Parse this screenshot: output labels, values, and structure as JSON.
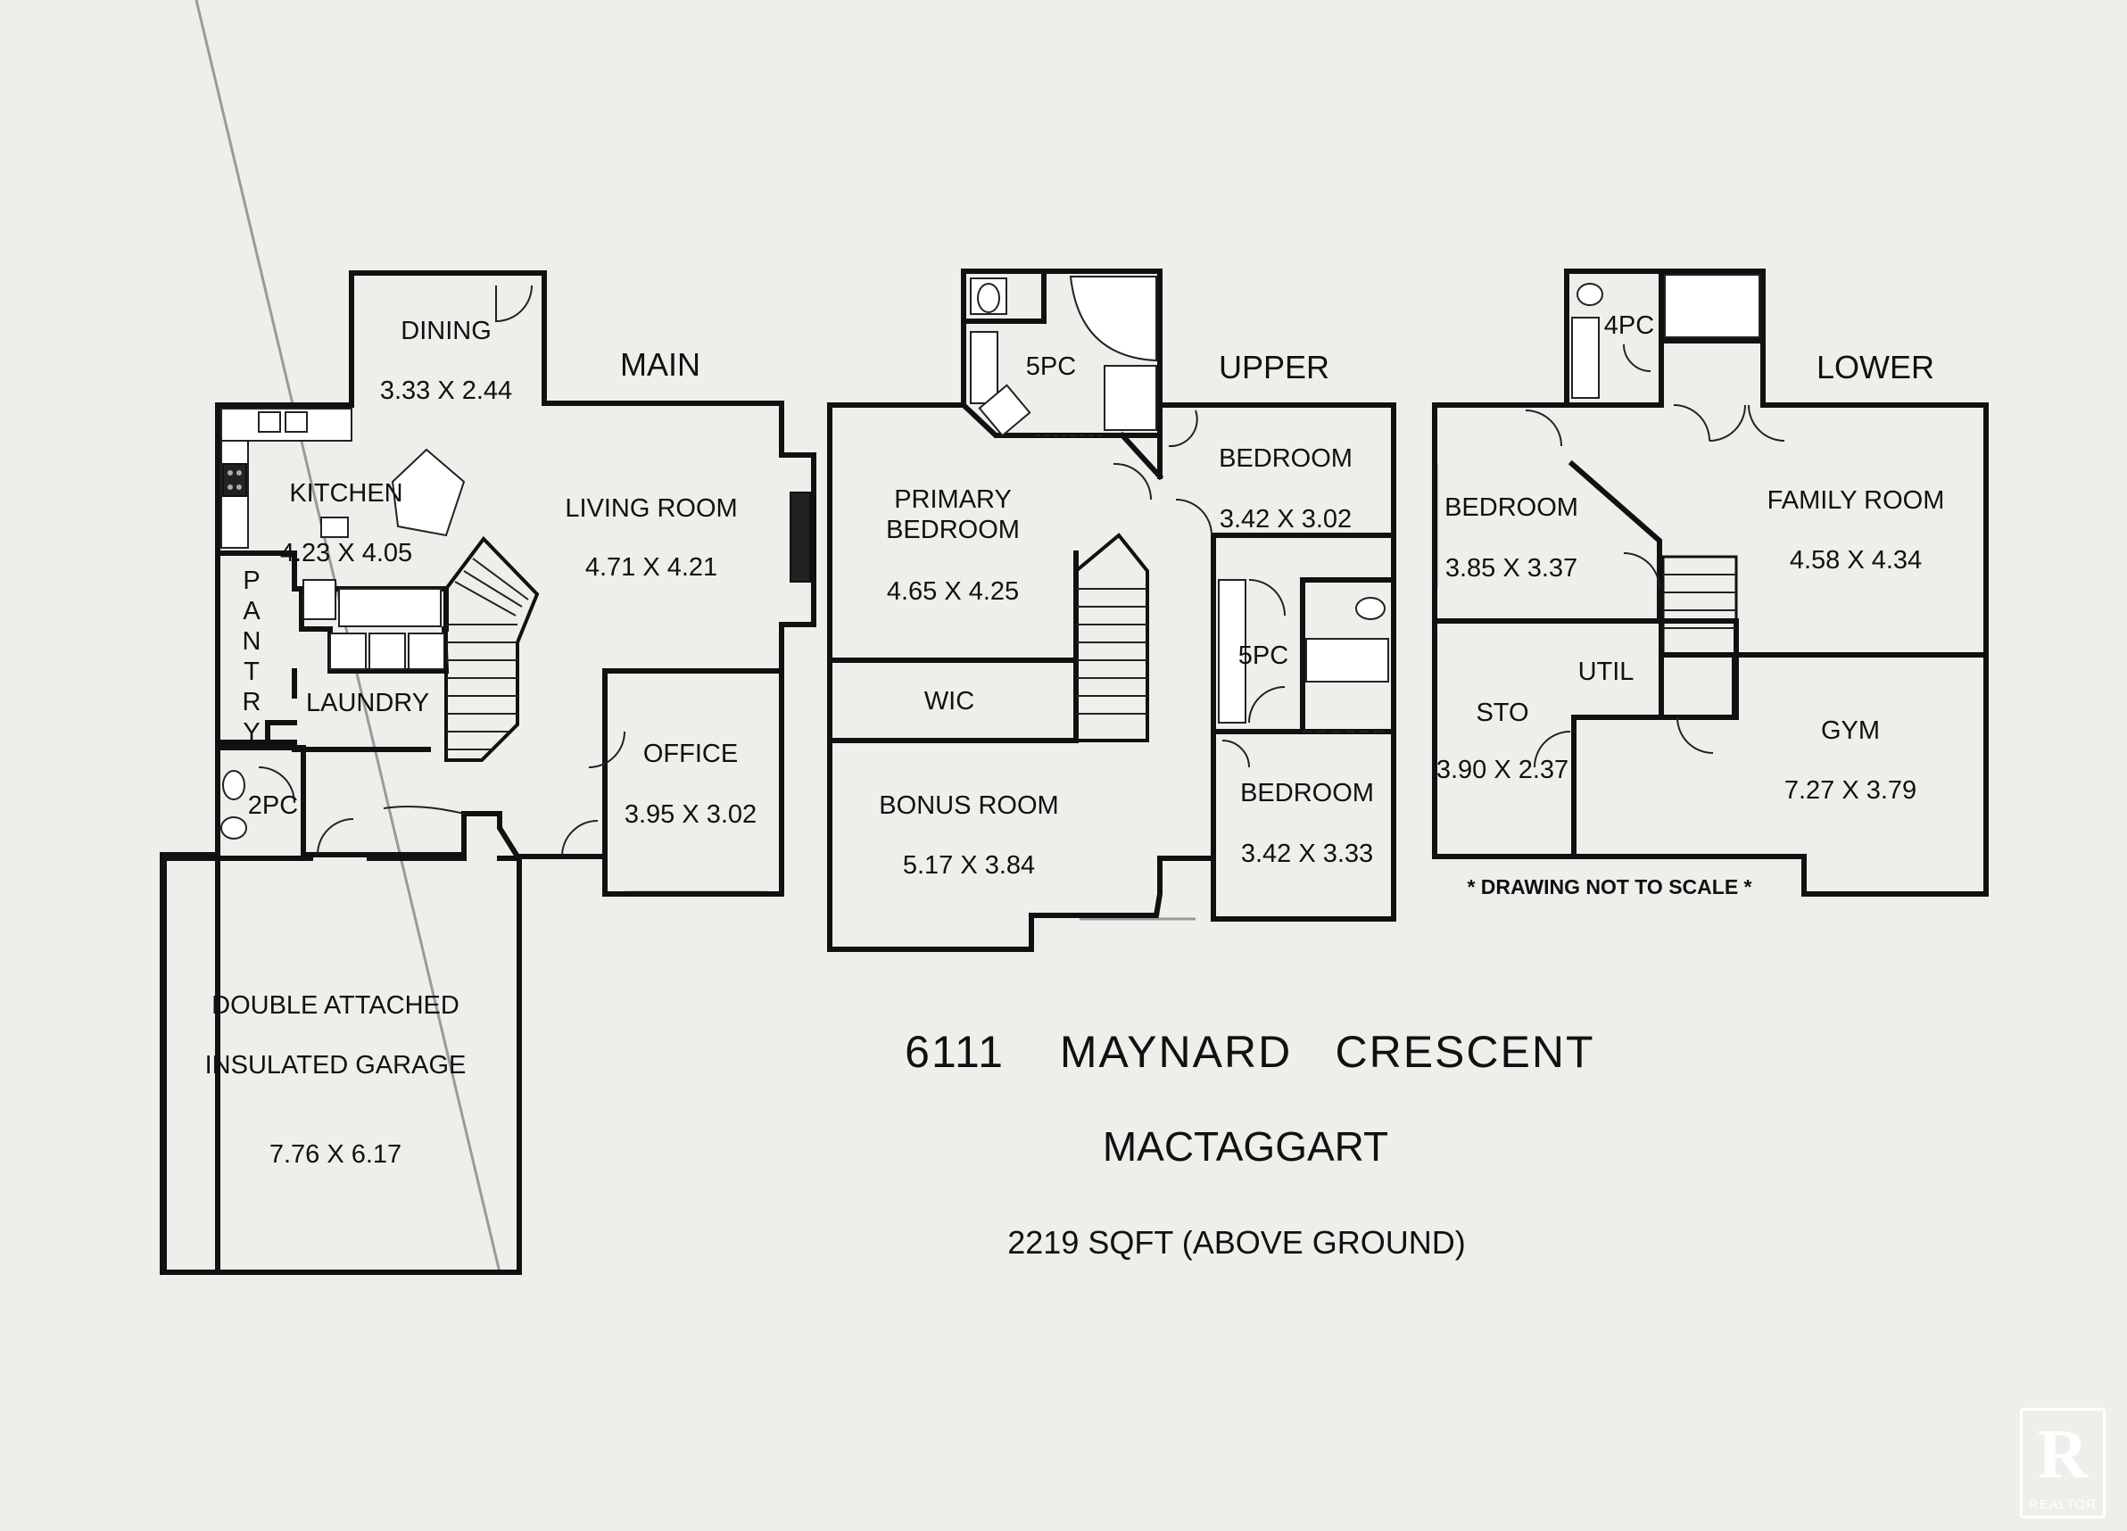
{
  "address": {
    "street_number": "6111",
    "street_name": "MAYNARD",
    "street_type": "CRESCENT",
    "community": "MACTAGGART",
    "area": "2219 SQFT (ABOVE GROUND)",
    "note": "* DRAWING NOT TO SCALE *"
  },
  "floors": {
    "main": {
      "label": "MAIN",
      "rooms": [
        {
          "name": "DINING",
          "dims": "3.33 X 2.44"
        },
        {
          "name": "KITCHEN",
          "dims": "4.23 X 4.05"
        },
        {
          "name": "LIVING ROOM",
          "dims": "4.71 X 4.21"
        },
        {
          "name": "PANTRY"
        },
        {
          "name": "LAUNDRY"
        },
        {
          "name": "OFFICE",
          "dims": "3.95 X 3.02"
        },
        {
          "name": "2PC"
        },
        {
          "name": "DOUBLE ATTACHED",
          "line2": "INSULATED GARAGE",
          "dims": "7.76 X 6.17"
        }
      ]
    },
    "upper": {
      "label": "UPPER",
      "rooms": [
        {
          "name": "5PC"
        },
        {
          "name": "PRIMARY",
          "line2": "BEDROOM",
          "dims": "4.65 X 4.25"
        },
        {
          "name": "WIC"
        },
        {
          "name": "BONUS ROOM",
          "dims": "5.17 X 3.84"
        },
        {
          "name": "BEDROOM",
          "dims": "3.42 X 3.02"
        },
        {
          "name": "5PC"
        },
        {
          "name": "BEDROOM",
          "dims": "3.42 X 3.33"
        }
      ]
    },
    "lower": {
      "label": "LOWER",
      "rooms": [
        {
          "name": "4PC"
        },
        {
          "name": "BEDROOM",
          "dims": "3.85 X 3.37"
        },
        {
          "name": "FAMILY ROOM",
          "dims": "4.58 X 4.34"
        },
        {
          "name": "STO",
          "dims": "3.90 X 2.37"
        },
        {
          "name": "UTIL"
        },
        {
          "name": "GYM",
          "dims": "7.27 X 3.79"
        }
      ]
    }
  },
  "logo": {
    "letter": "R",
    "text": "REALTOR"
  }
}
